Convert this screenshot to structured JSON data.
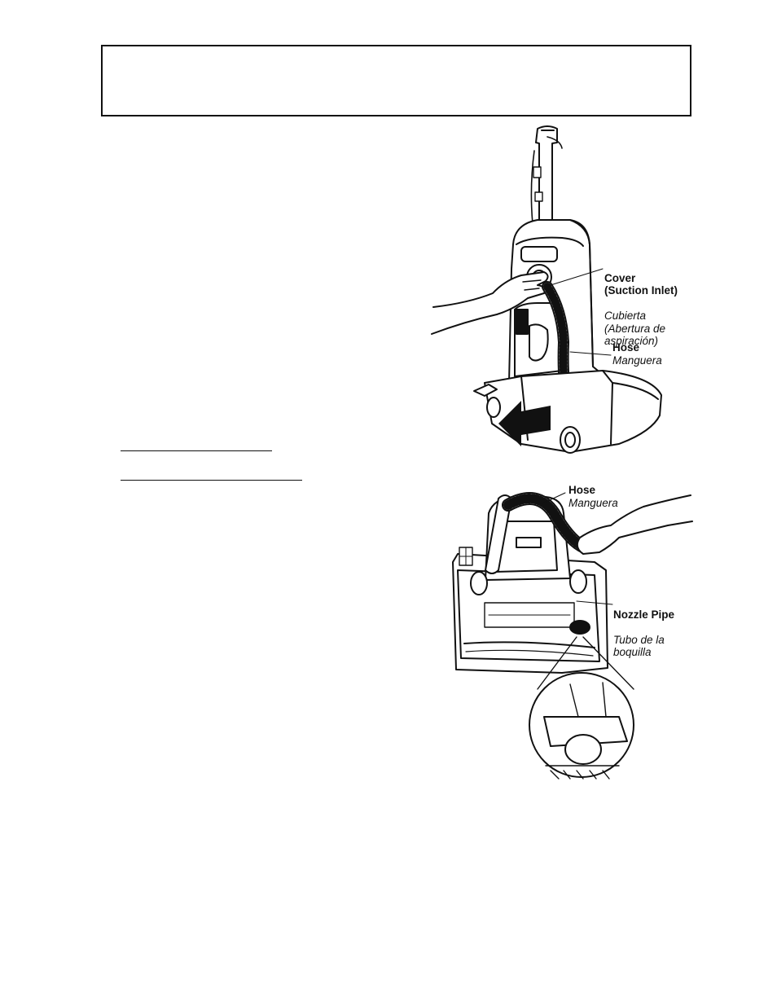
{
  "figure1": {
    "cover_callout": {
      "en": "Cover\n(Suction Inlet)",
      "es": "Cubierta\n(Abertura de\naspiración)"
    },
    "hose_callout": {
      "en": "Hose",
      "es": "Manguera"
    }
  },
  "figure2": {
    "hose_callout": {
      "en": "Hose",
      "es": "Manguera"
    },
    "nozzle_callout": {
      "en": "Nozzle Pipe",
      "es": "Tubo de la\nboquilla"
    }
  }
}
